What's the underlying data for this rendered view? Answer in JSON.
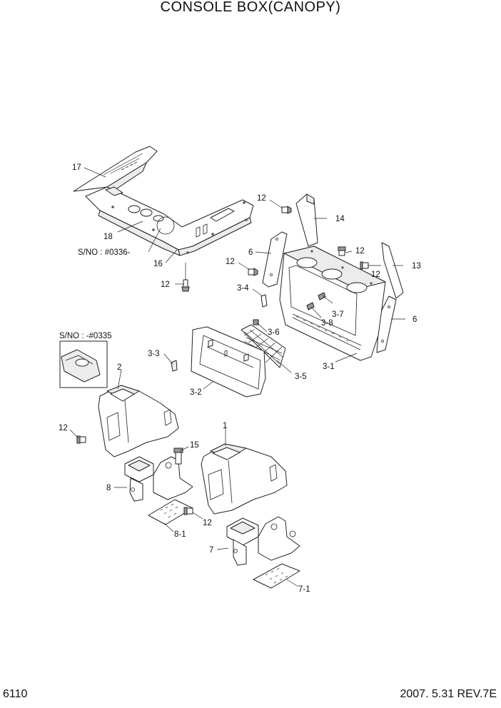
{
  "title": "CONSOLE BOX(CANOPY)",
  "page_number": "6110",
  "revision": "2007. 5.31  REV.7E",
  "serial_notes": {
    "from_0336": "S/NO : #0336-",
    "to_0335": "S/NO : -#0335"
  },
  "callouts": {
    "c1": "1",
    "c2": "2",
    "c3_1": "3-1",
    "c3_2": "3-2",
    "c3_3": "3-3",
    "c3_4": "3-4",
    "c3_5": "3-5",
    "c3_6": "3-6",
    "c3_7": "3-7",
    "c3_8": "3-8",
    "c6a": "6",
    "c6b": "6",
    "c7": "7",
    "c7_1": "7-1",
    "c8": "8",
    "c8_1": "8-1",
    "c12a": "12",
    "c12b": "12",
    "c12c": "12",
    "c12d": "12",
    "c12e": "12",
    "c12f": "12",
    "c12g": "12",
    "c13": "13",
    "c14": "14",
    "c15": "15",
    "c16": "16",
    "c17": "17",
    "c18": "18"
  }
}
